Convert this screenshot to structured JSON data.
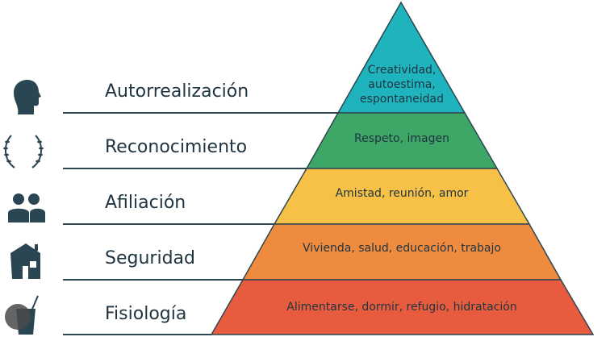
{
  "levels": [
    {
      "name": "Autorrealización",
      "needs": [
        "Creatividad,",
        "autoestima,",
        "espontaneidad"
      ],
      "color": "#1fb3bd",
      "icon": "head-icon"
    },
    {
      "name": "Reconocimiento",
      "needs": [
        "Respeto, imagen"
      ],
      "color": "#3ea667",
      "icon": "laurel-icon"
    },
    {
      "name": "Afiliación",
      "needs": [
        "Amistad, reunión, amor"
      ],
      "color": "#f6c146",
      "icon": "people-icon"
    },
    {
      "name": "Seguridad",
      "needs": [
        "Vivienda, salud, educación, trabajo"
      ],
      "color": "#ef8b3e",
      "icon": "house-icon"
    },
    {
      "name": "Fisiología",
      "needs": [
        "Alimentarse, dormir, refugio, hidratación"
      ],
      "color": "#e75c3f",
      "icon": "drink-icon"
    }
  ],
  "line_color": "#2d4650"
}
